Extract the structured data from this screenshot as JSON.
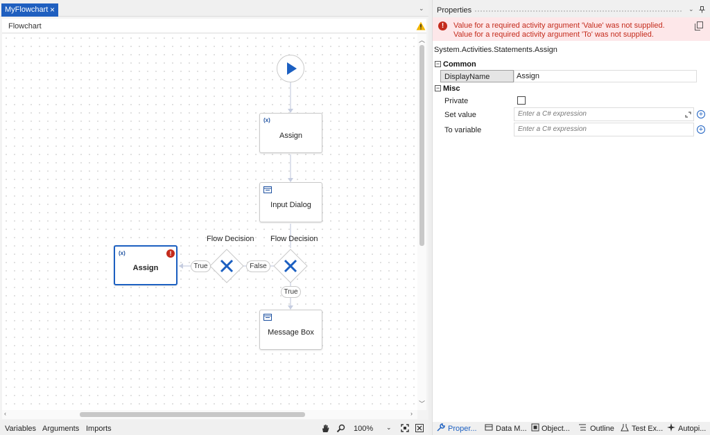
{
  "designer": {
    "tab_title": "MyFlowchart",
    "tab_close": "×",
    "tab_menu": "⌄",
    "breadcrumb": "Flowchart",
    "nodes": {
      "assign_top": {
        "label": "Assign",
        "icon": "(x)"
      },
      "input_dialog": {
        "label": "Input Dialog"
      },
      "assign_left": {
        "label": "Assign",
        "icon": "(x)"
      },
      "message_box": {
        "label": "Message Box"
      },
      "decision_left": {
        "label": "Flow Decision"
      },
      "decision_right": {
        "label": "Flow Decision"
      }
    },
    "branch_labels": {
      "true_left": "True",
      "false_mid": "False",
      "true_down": "True"
    },
    "footer": {
      "variables": "Variables",
      "arguments": "Arguments",
      "imports": "Imports",
      "zoom": "100%"
    }
  },
  "properties": {
    "title": "Properties",
    "errors": [
      "Value for a required activity argument 'Value' was not supplied.",
      "Value for a required activity argument 'To' was not supplied."
    ],
    "type_name": "System.Activities.Statements.Assign",
    "common": {
      "label": "Common",
      "display_name_label": "DisplayName",
      "display_name_value": "Assign"
    },
    "misc": {
      "label": "Misc",
      "private_label": "Private",
      "set_value_label": "Set value",
      "set_value_placeholder": "Enter a C# expression",
      "to_variable_label": "To variable",
      "to_variable_placeholder": "Enter a C# expression"
    },
    "bottom_tabs": [
      "Proper...",
      "Data M...",
      "Object...",
      "Outline",
      "Test Ex...",
      "Autopi..."
    ]
  },
  "colors": {
    "accent": "#1b5fc1",
    "error": "#c42b1c",
    "error_bg": "#fde7e9",
    "warning": "#f0b400"
  }
}
